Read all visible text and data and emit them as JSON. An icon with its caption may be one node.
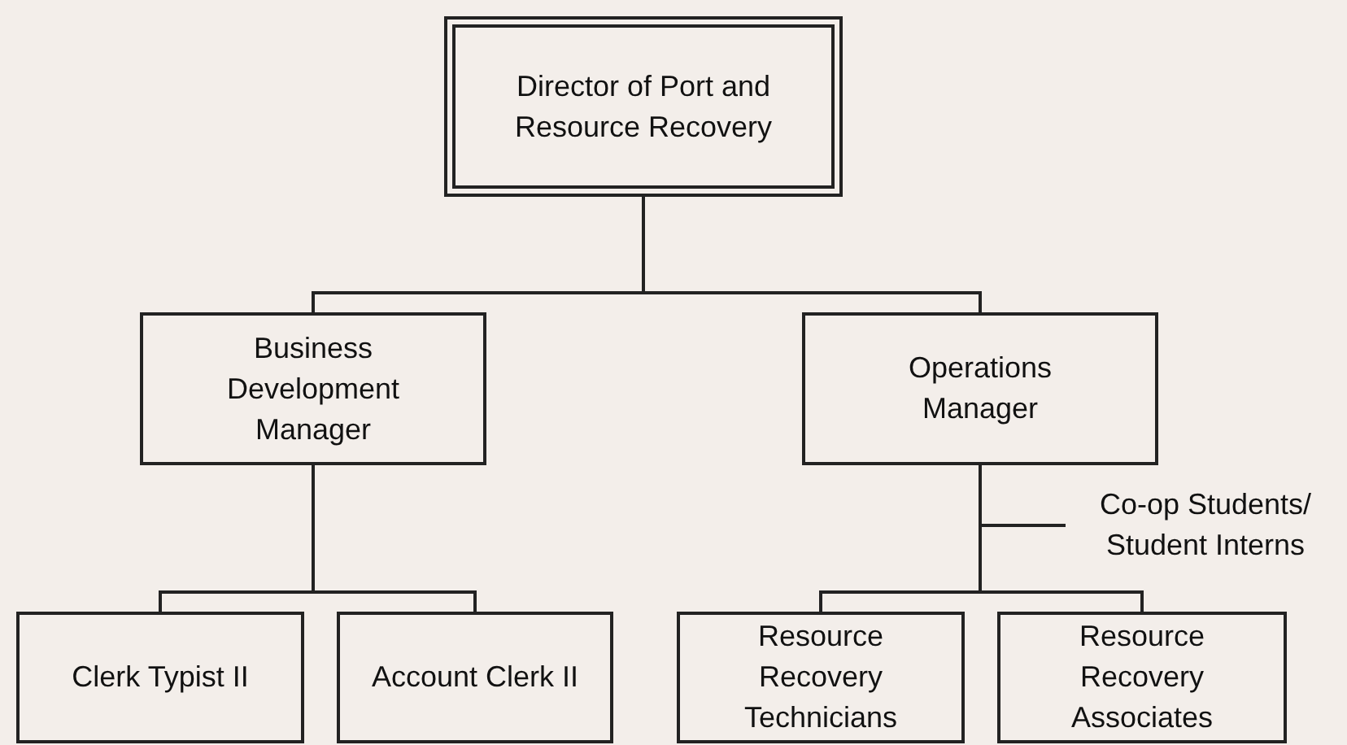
{
  "diagram": {
    "nodes": [
      {
        "text": [
          "Director of Port and Resource Recovery"
        ]
      },
      {
        "text": [
          "Business Development Manager"
        ]
      },
      {
        "text": [
          "Operations Manager"
        ]
      },
      {
        "text": [
          "Co-op Students/ Student Interns"
        ]
      },
      {
        "text": [
          "Clerk Typist II"
        ]
      },
      {
        "text": [
          "Account Clerk II"
        ]
      },
      {
        "text": [
          "Resource Recovery Technicians"
        ]
      },
      {
        "text": [
          "Resource Recovery Associates"
        ]
      }
    ],
    "edges": [
      {
        "from": 0,
        "to": 1,
        "arrow": "none"
      },
      {
        "from": 0,
        "to": 2,
        "arrow": "none"
      },
      {
        "from": 1,
        "to": 4,
        "arrow": "none"
      },
      {
        "from": 1,
        "to": 5,
        "arrow": "none"
      },
      {
        "from": 2,
        "to": 3,
        "arrow": "none"
      },
      {
        "from": 2,
        "to": 6,
        "arrow": "none"
      },
      {
        "from": 2,
        "to": 7,
        "arrow": "none"
      }
    ]
  }
}
